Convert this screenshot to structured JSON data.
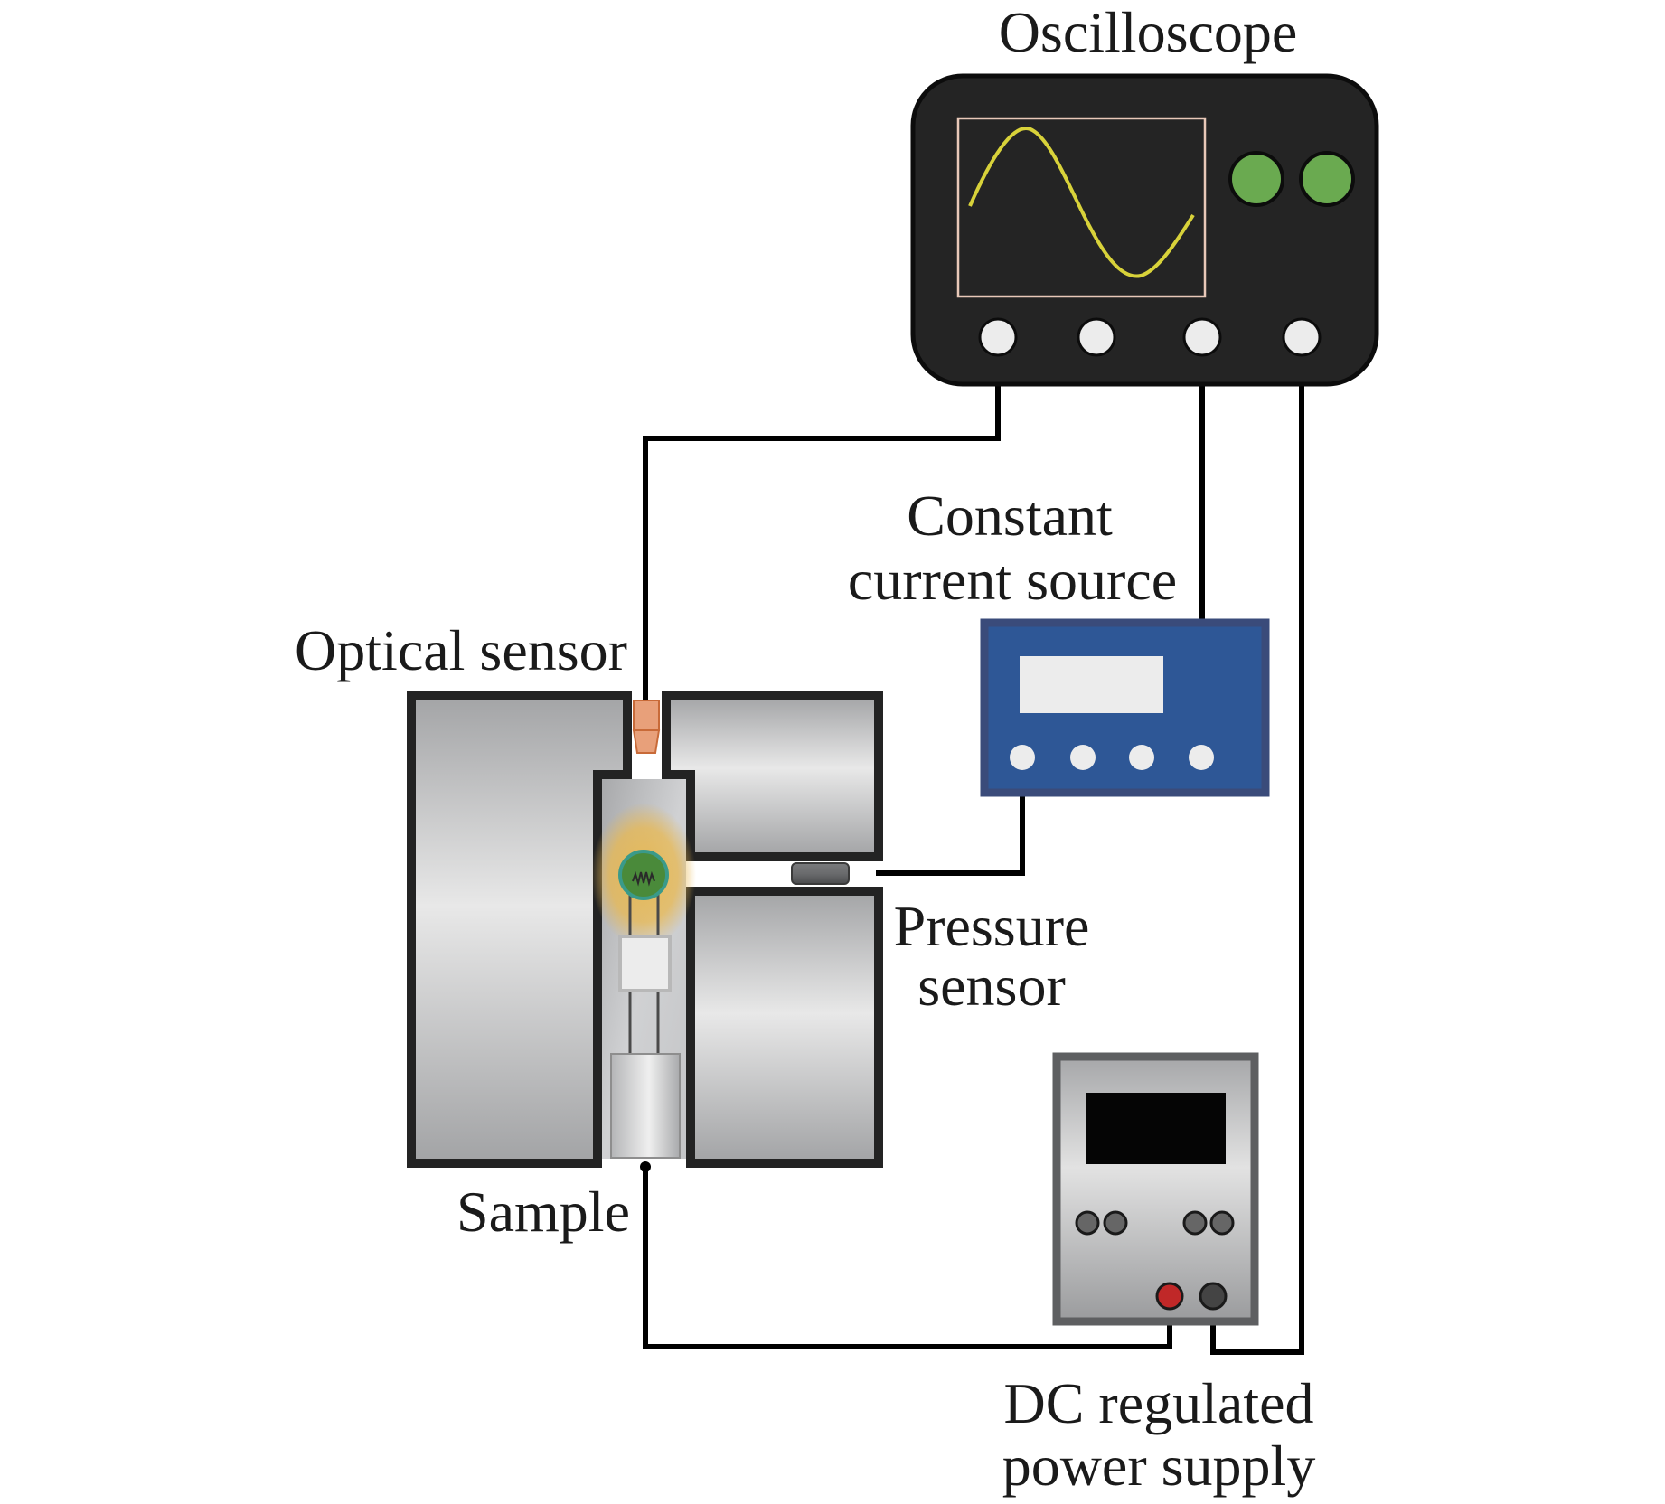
{
  "diagram": {
    "title": "Experimental setup schematic",
    "labels": {
      "oscilloscope": "Oscilloscope",
      "constant_current_source_line1": "Constant",
      "constant_current_source_line2": "current source",
      "optical_sensor": "Optical sensor",
      "pressure_sensor_line1": "Pressure",
      "pressure_sensor_line2": "sensor",
      "sample": "Sample",
      "power_supply_line1": "DC regulated",
      "power_supply_line2": "power supply"
    },
    "components": [
      {
        "id": "oscilloscope",
        "channels": 4,
        "indicator_lights": 2,
        "trace": "sine wave"
      },
      {
        "id": "constant-current-source",
        "knobs": 4,
        "has_display": true
      },
      {
        "id": "optical-sensor"
      },
      {
        "id": "pressure-sensor"
      },
      {
        "id": "sample-chamber"
      },
      {
        "id": "dc-regulated-power-supply",
        "knobs": 4,
        "terminals": [
          "positive",
          "negative"
        ]
      }
    ],
    "connections": [
      {
        "from": "oscilloscope channel 1",
        "to": "optical-sensor"
      },
      {
        "from": "oscilloscope channel 3",
        "to": "constant-current-source"
      },
      {
        "from": "oscilloscope channel 4",
        "to": "dc-regulated-power-supply negative terminal"
      },
      {
        "from": "constant-current-source knob 1",
        "to": "pressure-sensor"
      },
      {
        "from": "sample",
        "to": "dc-regulated-power-supply positive terminal"
      }
    ],
    "colors": {
      "oscilloscope_body": "#242424",
      "oscilloscope_trace": "#d8d23a",
      "oscilloscope_screen_border": "#e8c8b8",
      "indicator_green": "#6aaa50",
      "current_source_body": "#2e5796",
      "current_source_border": "#3a4b7a",
      "optical_sensor": "#e89a6a",
      "glow": "#e8b850",
      "bulb_green": "#4a8a3a",
      "bulb_ring": "#3a9a8a",
      "terminal_red": "#c02828",
      "terminal_black": "#444444"
    }
  }
}
